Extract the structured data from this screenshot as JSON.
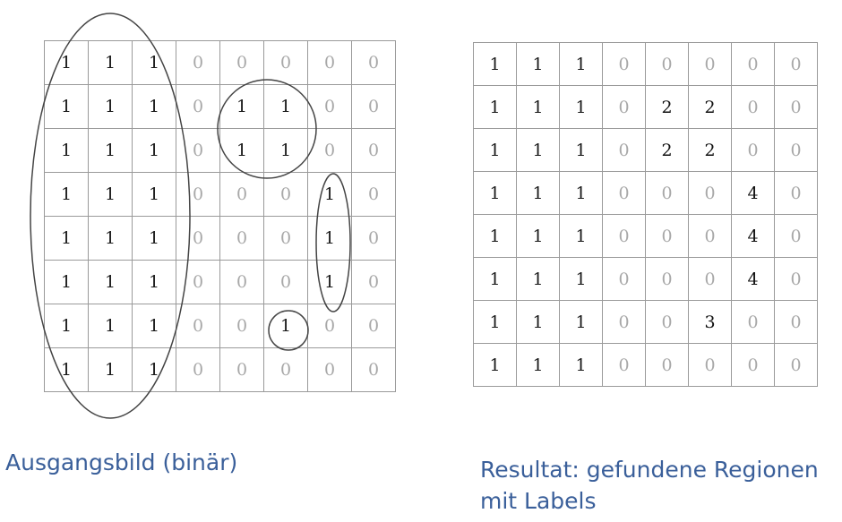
{
  "input_grid": [
    [
      "1",
      "1",
      "1",
      "0",
      "0",
      "0",
      "0",
      "0"
    ],
    [
      "1",
      "1",
      "1",
      "0",
      "1",
      "1",
      "0",
      "0"
    ],
    [
      "1",
      "1",
      "1",
      "0",
      "1",
      "1",
      "0",
      "0"
    ],
    [
      "1",
      "1",
      "1",
      "0",
      "0",
      "0",
      "1",
      "0"
    ],
    [
      "1",
      "1",
      "1",
      "0",
      "0",
      "0",
      "1",
      "0"
    ],
    [
      "1",
      "1",
      "1",
      "0",
      "0",
      "0",
      "1",
      "0"
    ],
    [
      "1",
      "1",
      "1",
      "0",
      "0",
      "1",
      "0",
      "0"
    ],
    [
      "1",
      "1",
      "1",
      "0",
      "0",
      "0",
      "0",
      "0"
    ]
  ],
  "result_grid": [
    [
      "1",
      "1",
      "1",
      "0",
      "0",
      "0",
      "0",
      "0"
    ],
    [
      "1",
      "1",
      "1",
      "0",
      "2",
      "2",
      "0",
      "0"
    ],
    [
      "1",
      "1",
      "1",
      "0",
      "2",
      "2",
      "0",
      "0"
    ],
    [
      "1",
      "1",
      "1",
      "0",
      "0",
      "0",
      "4",
      "0"
    ],
    [
      "1",
      "1",
      "1",
      "0",
      "0",
      "0",
      "4",
      "0"
    ],
    [
      "1",
      "1",
      "1",
      "0",
      "0",
      "0",
      "4",
      "0"
    ],
    [
      "1",
      "1",
      "1",
      "0",
      "0",
      "3",
      "0",
      "0"
    ],
    [
      "1",
      "1",
      "1",
      "0",
      "0",
      "0",
      "0",
      "0"
    ]
  ],
  "captions": {
    "input": "Ausgangsbild (binär)",
    "result_line1": "Resultat: gefundene Regionen",
    "result_line2": "mit Labels"
  },
  "colors": {
    "caption": "#3a5f9a",
    "grid_line": "#9a9a9a",
    "zero_value": "#a8a8a8",
    "one_value": "#1a1a1a",
    "region_outline": "#444444"
  }
}
